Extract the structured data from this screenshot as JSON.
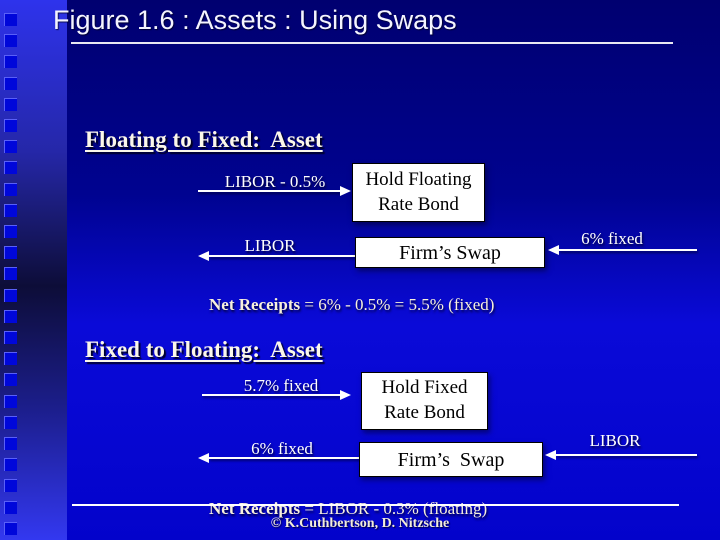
{
  "slide": {
    "title": "Figure 1.6 : Assets : Using Swaps",
    "footer": "© K.Cuthbertson, D. Nitzsche"
  },
  "colors": {
    "background_top": "#000070",
    "background_bottom": "#0303cb",
    "strip_bright": "#3338f0",
    "strip_dark": "#0d0d38",
    "square": "#0007da",
    "box_background": "#ffffff",
    "box_text": "#000000",
    "arrow_and_text": "#ffffff",
    "net_text": "#f7f0dd"
  },
  "sections": [
    {
      "heading": "Floating to Fixed:  Asset",
      "bond": {
        "flow_label": "LIBOR - 0.5%",
        "box_line1": "Hold Floating",
        "box_line2": "Rate Bond"
      },
      "swap": {
        "left_label": "LIBOR",
        "box_line1": "Firm’s Swap",
        "right_label": "6% fixed"
      },
      "net_prefix": "Net Receipts",
      "net_rest": " = 6% - 0.5% = 5.5% (fixed)"
    },
    {
      "heading": "Fixed to Floating:  Asset",
      "bond": {
        "flow_label": "5.7% fixed",
        "box_line1": "Hold Fixed",
        "box_line2": "Rate Bond"
      },
      "swap": {
        "left_label": "6% fixed",
        "box_line1": "Firm’s  Swap",
        "right_label": "LIBOR"
      },
      "net_prefix": "Net Receipts",
      "net_rest": " = LIBOR - 0.3% (floating)"
    }
  ],
  "decor": {
    "square_count": 25
  }
}
